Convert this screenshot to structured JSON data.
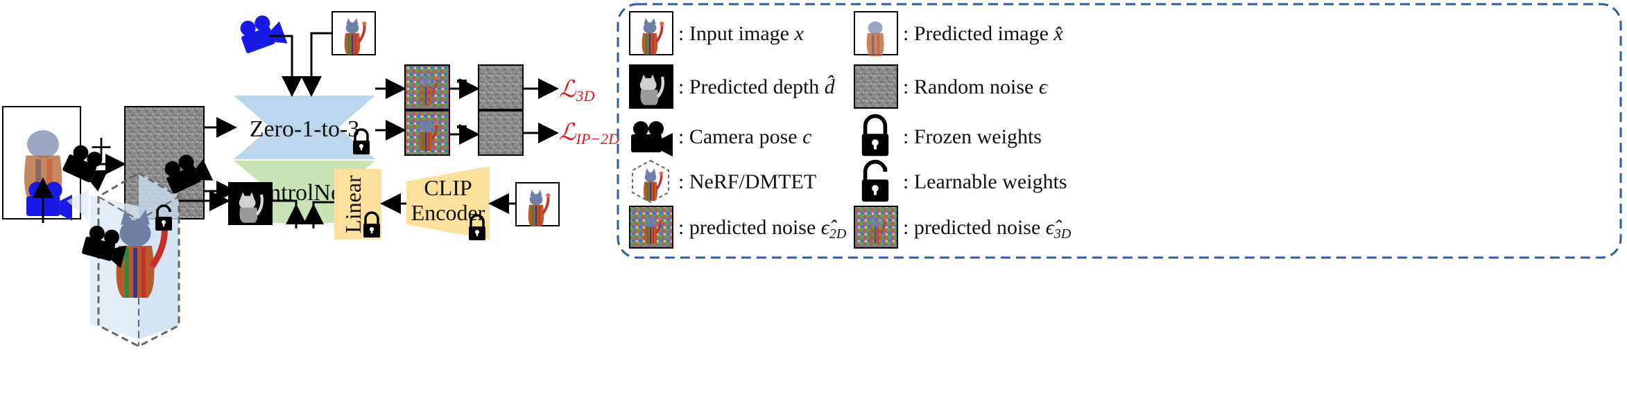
{
  "pipeline": {
    "zero123_label": "Zero-1-to-3",
    "controlnet_label": "ControlNet",
    "clip_label_line1": "CLIP",
    "clip_label_line2": "Encoder",
    "linear_label": "Linear",
    "plus_sign": "+",
    "minus_sign": "-",
    "loss_3d_main": "ℒ",
    "loss_3d_sub": "3D",
    "loss_ip2d_main": "ℒ",
    "loss_ip2d_sub": "IP−2D"
  },
  "legend": {
    "input_image": ": Input image ",
    "input_image_var": "x",
    "predicted_image": ": Predicted image ",
    "predicted_image_var": "x̂",
    "predicted_depth": ": Predicted depth ",
    "predicted_depth_var": "d̂",
    "random_noise": ": Random noise ",
    "random_noise_var": "ϵ",
    "camera_pose": ": Camera pose ",
    "camera_pose_var": "c",
    "frozen_weights": ": Frozen weights",
    "nerf": ": NeRF/DMTET",
    "learnable_weights": ": Learnable weights",
    "pred_noise_2d": ": predicted noise  ",
    "pred_noise_2d_var": "ϵ̂",
    "pred_noise_2d_sub": "2D",
    "pred_noise_3d": ": predicted noise  ",
    "pred_noise_3d_var": "ϵ̂",
    "pred_noise_3d_sub": "3D"
  },
  "colors": {
    "zero123_fill": "#bcd6ee",
    "controlnet_fill": "#c9e3b4",
    "clip_fill": "#fce09b",
    "camera_blue": "#1a1ae6",
    "legend_border": "#2e5aa0",
    "loss_red": "#e0191b"
  }
}
